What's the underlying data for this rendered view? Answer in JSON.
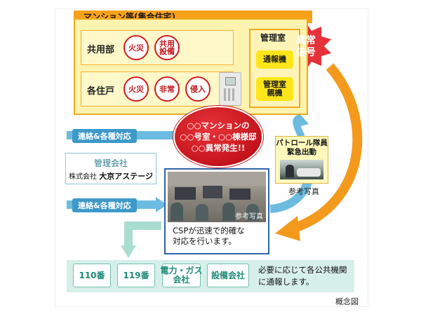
{
  "mansion": {
    "title": "マンション等(集合住宅)"
  },
  "common_area": {
    "label": "共用部",
    "items": [
      "火災",
      "共用\n設備"
    ]
  },
  "units": {
    "label": "各住戸",
    "items": [
      "火災",
      "非常",
      "侵入"
    ]
  },
  "management_room": {
    "title": "管理室",
    "buttons": [
      "通報機",
      "管理室\n親機"
    ]
  },
  "alarm": {
    "text": "異常\n信号"
  },
  "alert_message": {
    "lines": [
      "○○マンションの",
      "○○号室・○○棟様邸",
      "○○異常発生!!"
    ]
  },
  "contact": {
    "top_label": "連絡&各種対応",
    "bottom_label": "連絡&各種対応"
  },
  "management_company": {
    "title": "管理会社",
    "prefix": "株式会社",
    "name": "大京アステージ"
  },
  "patrol": {
    "title": "パトロール隊員\n緊急出動",
    "caption": "参考写真"
  },
  "csp": {
    "watermark": "参考写真",
    "caption": "CSPが迅速で的確な\n対応を行います。"
  },
  "agencies": {
    "buttons": [
      "110番",
      "119番",
      "電力・ガス\n会社",
      "設備会社"
    ],
    "note": "必要に応じて各公共機関\nに通報します。"
  },
  "footer": {
    "caption": "概念図"
  },
  "colors": {
    "orange": "#f39a1d",
    "red": "#c4141b",
    "blue": "#3d99c9",
    "green": "#6fc2ac",
    "yellow": "#ffe61a"
  }
}
